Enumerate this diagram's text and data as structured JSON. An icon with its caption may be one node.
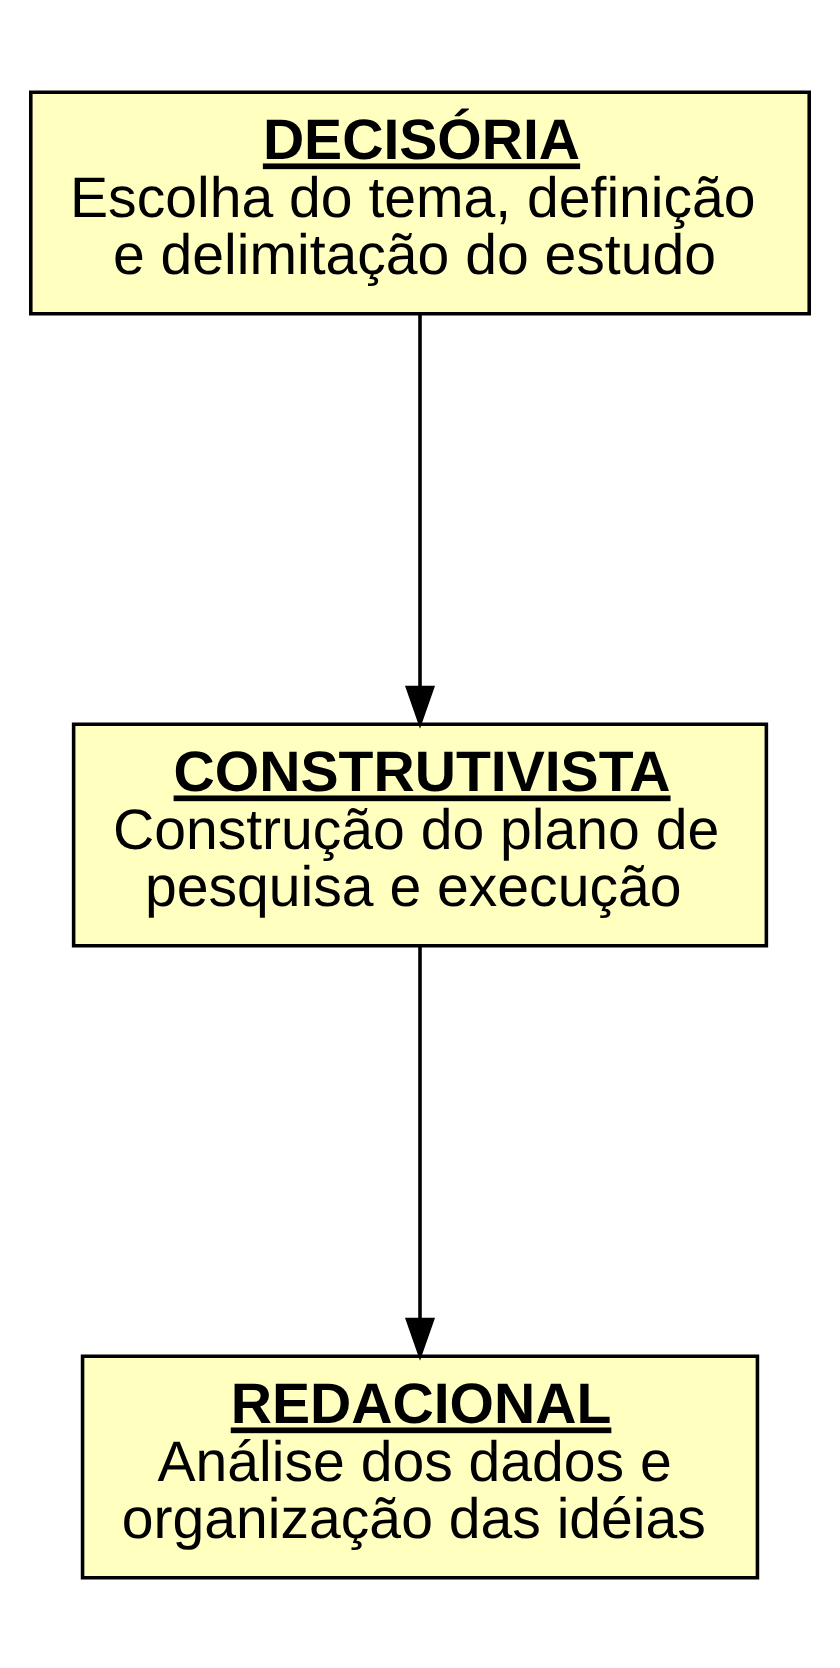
{
  "diagram": {
    "nodes": [
      {
        "text": [
          "DECISÓRIA",
          "Escolha do tema, definição e delimitação do estudo"
        ]
      },
      {
        "text": [
          "CONSTRUTIVISTA",
          "Construção do plano de pesquisa e execução"
        ]
      },
      {
        "text": [
          "REDACIONAL",
          "Análise dos dados e organização das idéias"
        ]
      }
    ],
    "edges": [
      {
        "from": 0,
        "to": 1,
        "arrow": "to"
      },
      {
        "from": 1,
        "to": 2,
        "arrow": "to"
      }
    ]
  }
}
